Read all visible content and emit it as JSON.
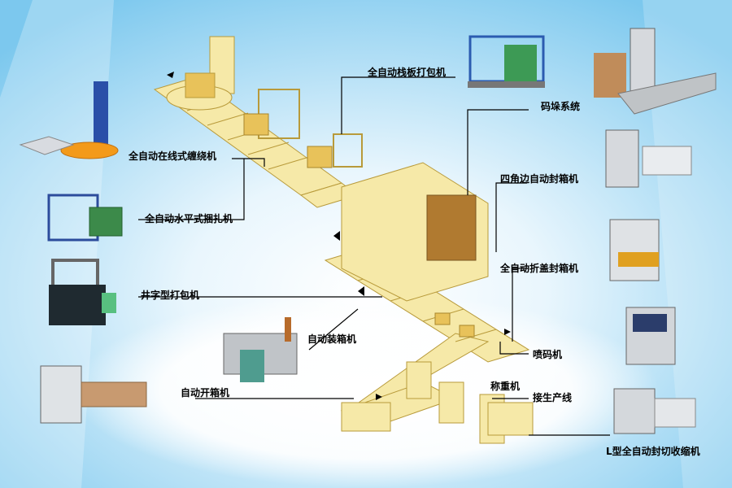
{
  "diagram": {
    "labels": {
      "pallet_wrapper": "全自动栈板打包机",
      "stacking": "码垛系统",
      "inline_wrapper": "全自动在线式缠绕机",
      "four_corner_sealer": "四角边自动封箱机",
      "horizontal_strapper": "全自动水平式捆扎机",
      "flap_sealer": "全自动折盖封箱机",
      "cross_strapper": "井字型打包机",
      "case_packer": "自动装箱机",
      "inkjet": "喷码机",
      "case_erector": "自动开箱机",
      "weigher": "称重机",
      "connect_line": "接生产线",
      "l_sealer": "L型全自动封切收缩机"
    },
    "colors": {
      "background": "#8fd0f0",
      "machine_fill": "#f6e9a8",
      "machine_stroke": "#b89a3a",
      "box": "#e8c25a",
      "leader_line": "#000000"
    }
  }
}
